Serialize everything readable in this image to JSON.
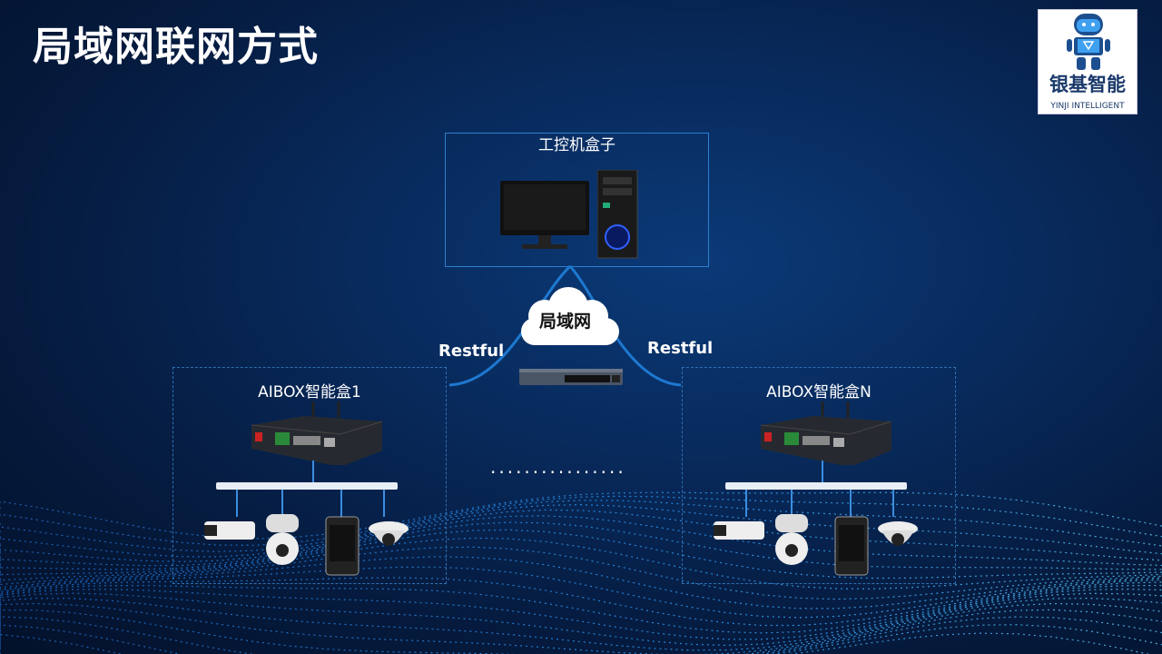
{
  "title": "局域网联网方式",
  "logo": {
    "cn": "银基智能",
    "en": "YINJI INTELLIGENT"
  },
  "server_box": {
    "label": "工控机盒子"
  },
  "network": {
    "label": "局域网"
  },
  "links": {
    "left": "Restful",
    "right": "Restful"
  },
  "aibox_left": {
    "label": "AIBOX智能盒1"
  },
  "aibox_right": {
    "label": "AIBOX智能盒N"
  },
  "ellipsis": "················",
  "colors": {
    "accent": "#1e78d0",
    "background": "#062656"
  }
}
